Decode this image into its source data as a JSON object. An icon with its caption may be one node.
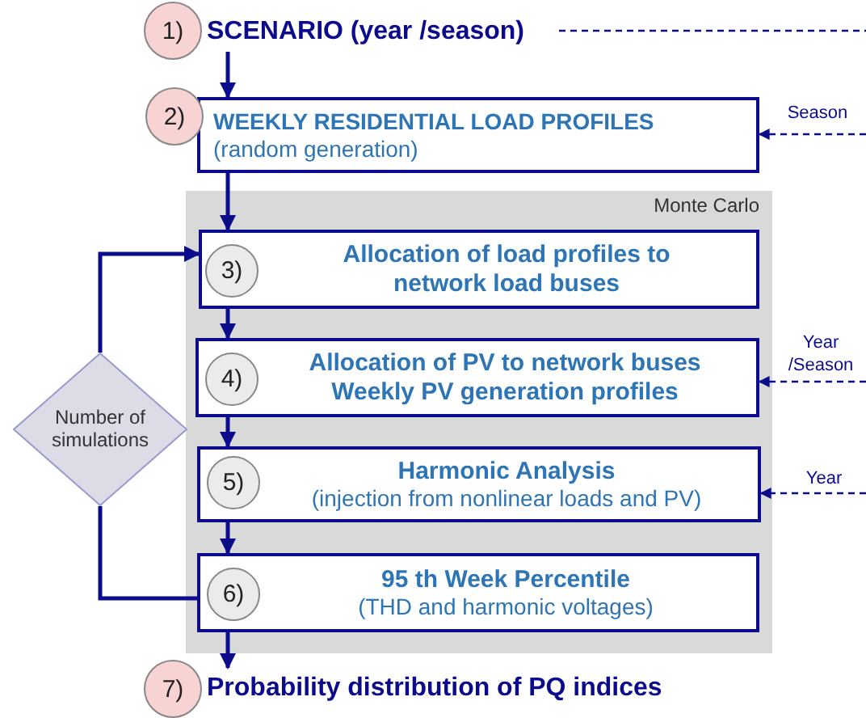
{
  "diagram": {
    "nodes": [
      {
        "text": [
          "1)",
          "SCENARIO (year /season)"
        ]
      },
      {
        "text": [
          "2)",
          "WEEKLY RESIDENTIAL LOAD PROFILES",
          "(random generation)"
        ]
      },
      {
        "text": [
          "Monte Carlo"
        ]
      },
      {
        "text": [
          "3)",
          "Allocation of load profiles to network load buses"
        ],
        "in": 2
      },
      {
        "text": [
          "4)",
          "Allocation of PV to network buses",
          "Weekly PV generation profiles"
        ],
        "in": 2
      },
      {
        "text": [
          "5)",
          "Harmonic Analysis",
          "(injection from nonlinear loads and PV)"
        ],
        "in": 2
      },
      {
        "text": [
          "6)",
          "95 th Week Percentile",
          "(THD and harmonic voltages)"
        ],
        "in": 2
      },
      {
        "text": [
          "Number of simulations"
        ]
      },
      {
        "text": [
          "7)",
          "Probability distribution of PQ indices"
        ]
      }
    ],
    "edges": [
      {
        "from": 0,
        "to": 1,
        "arrow": "to"
      },
      {
        "from": 1,
        "to": 3,
        "arrow": "to"
      },
      {
        "from": 3,
        "to": 4,
        "arrow": "to"
      },
      {
        "from": 4,
        "to": 5,
        "arrow": "to"
      },
      {
        "from": 5,
        "to": 6,
        "arrow": "to"
      },
      {
        "from": 6,
        "to": 8,
        "arrow": "to"
      },
      {
        "from": 6,
        "to": 7,
        "arrow": "none"
      },
      {
        "from": 7,
        "to": 3,
        "arrow": "to"
      },
      {
        "from": 0,
        "to": null,
        "arrow": "none",
        "style": "dashed"
      },
      {
        "from": null,
        "to": 1,
        "arrow": "to",
        "style": "dashed",
        "label": "Season"
      },
      {
        "from": null,
        "to": 4,
        "arrow": "to",
        "style": "dashed",
        "label": "Year /Season"
      },
      {
        "from": null,
        "to": 5,
        "arrow": "to",
        "style": "dashed",
        "label": "Year"
      }
    ]
  }
}
